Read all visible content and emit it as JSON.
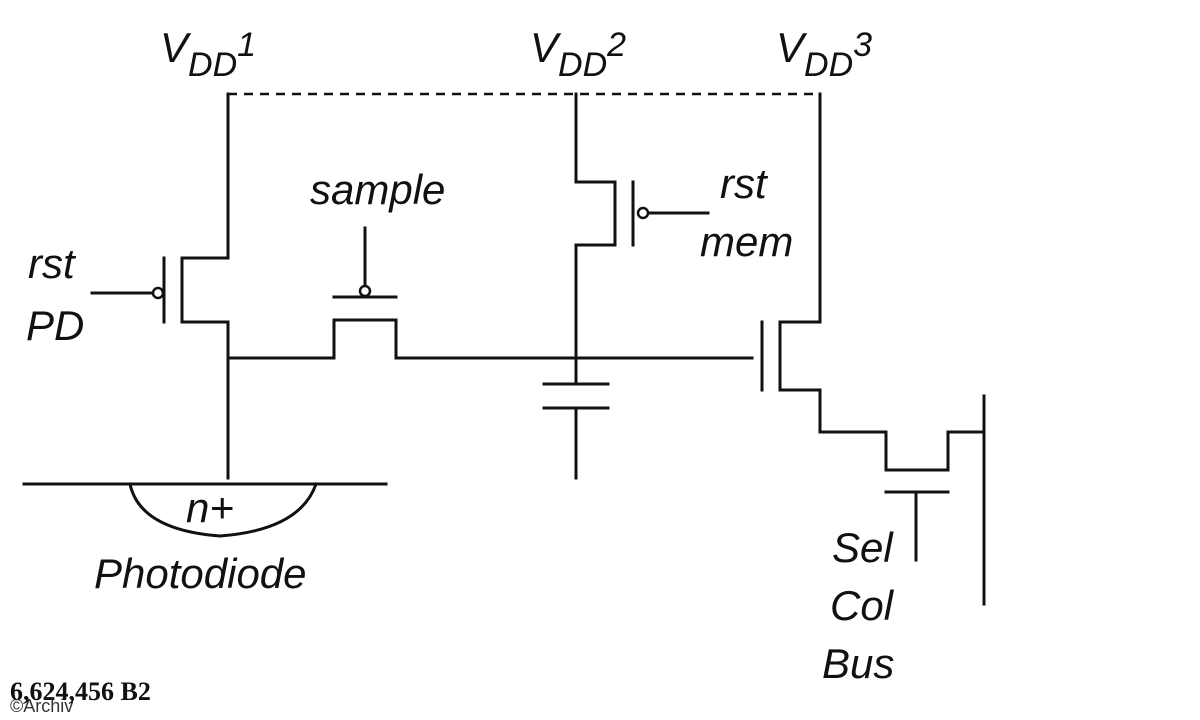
{
  "labels": {
    "vdd1": {
      "main": "V",
      "sub": "DD",
      "sup": "1"
    },
    "vdd2": {
      "main": "V",
      "sub": "DD",
      "sup": "2"
    },
    "vdd3": {
      "main": "V",
      "sub": "DD",
      "sup": "3"
    },
    "rst_pd": [
      "rst",
      "PD"
    ],
    "sample": "sample",
    "rst_mem": [
      "rst",
      "mem"
    ],
    "n_plus": "n+",
    "photodiode": "Photodiode",
    "sel_col_bus": [
      "Sel",
      "Col",
      "Bus"
    ]
  },
  "patent_number": "6,624,456 B2",
  "credit": "©Archiv"
}
